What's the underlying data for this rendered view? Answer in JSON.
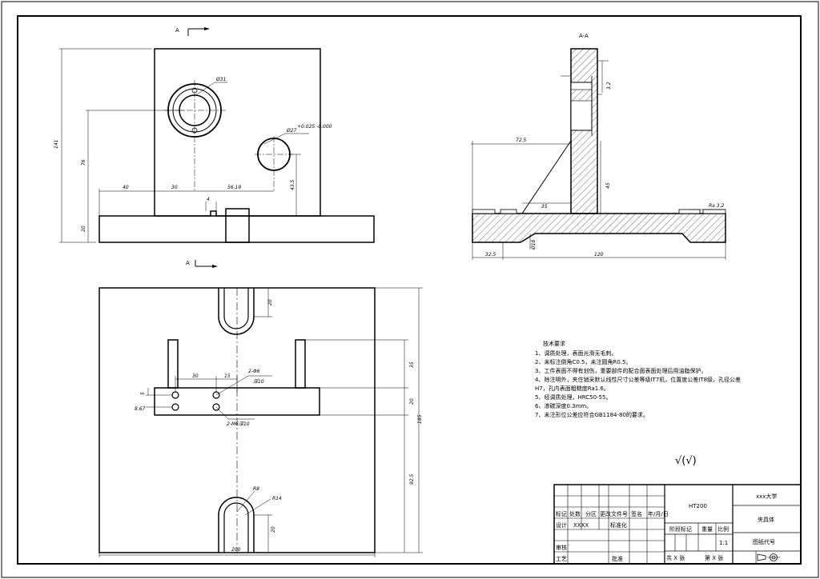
{
  "section_labels": {
    "view_a_top": "A",
    "view_a_bottom": "A",
    "section": "A-A"
  },
  "front_view": {
    "dims": [
      "141",
      "76",
      "20",
      "40",
      "30",
      "56.19",
      "4",
      "43.5"
    ],
    "hole_large": "Ø31",
    "hole_small": "Ø27",
    "hole_small_tol": "+0.025\n-0.000"
  },
  "section_view": {
    "dims": [
      "72.5",
      "35",
      "45",
      "32.5",
      "120",
      "Ø18"
    ],
    "roughness": [
      "3.2",
      "Ra 3.2"
    ]
  },
  "top_view": {
    "dims": [
      "20",
      "35",
      "20",
      "92.5",
      "185",
      "20",
      "200",
      "30",
      "15",
      "5",
      "8.67",
      "R8",
      "R14"
    ],
    "callouts": [
      "2-Φ6",
      "深10",
      "2-M6深10"
    ]
  },
  "notes": {
    "title": "技术要求",
    "lines": [
      "1、调质处理，表面光滑无毛刺。",
      "2、未标注倒角C0.5，未注圆角R0.5。",
      "3、工件表面不得有划伤，重要部件的配合面表面处理后用油脂保护。",
      "4、除注明外，夹住销采默认线性尺寸公差等级IT7机，位置度公差IT8级，孔径公差",
      "H7，孔内表面粗糙度Ra1.6。",
      "5、经调质处理，HRC50-55。",
      "6、渗碳深度0.3mm。",
      "7、未注形位公差应符合GB1184-80的要求。"
    ]
  },
  "roughness_symbol": "√(√)",
  "title_block": {
    "material": "HT200",
    "school": "xxx大学",
    "part_name": "夹具体",
    "drawing_no": "图纸代号",
    "row_labels": [
      "标记",
      "处数",
      "分区",
      "更改文件号",
      "签名",
      "年/月/日"
    ],
    "design": "设计",
    "designer": "XXXX",
    "standard": "标准化",
    "stage": "阶段标记",
    "weight": "重量",
    "scale_label": "比例",
    "scale": "1:1",
    "review": "审核",
    "process": "工艺",
    "approve": "批准",
    "sheets_total": "共 X 张",
    "sheet_no": "第 X 张"
  }
}
